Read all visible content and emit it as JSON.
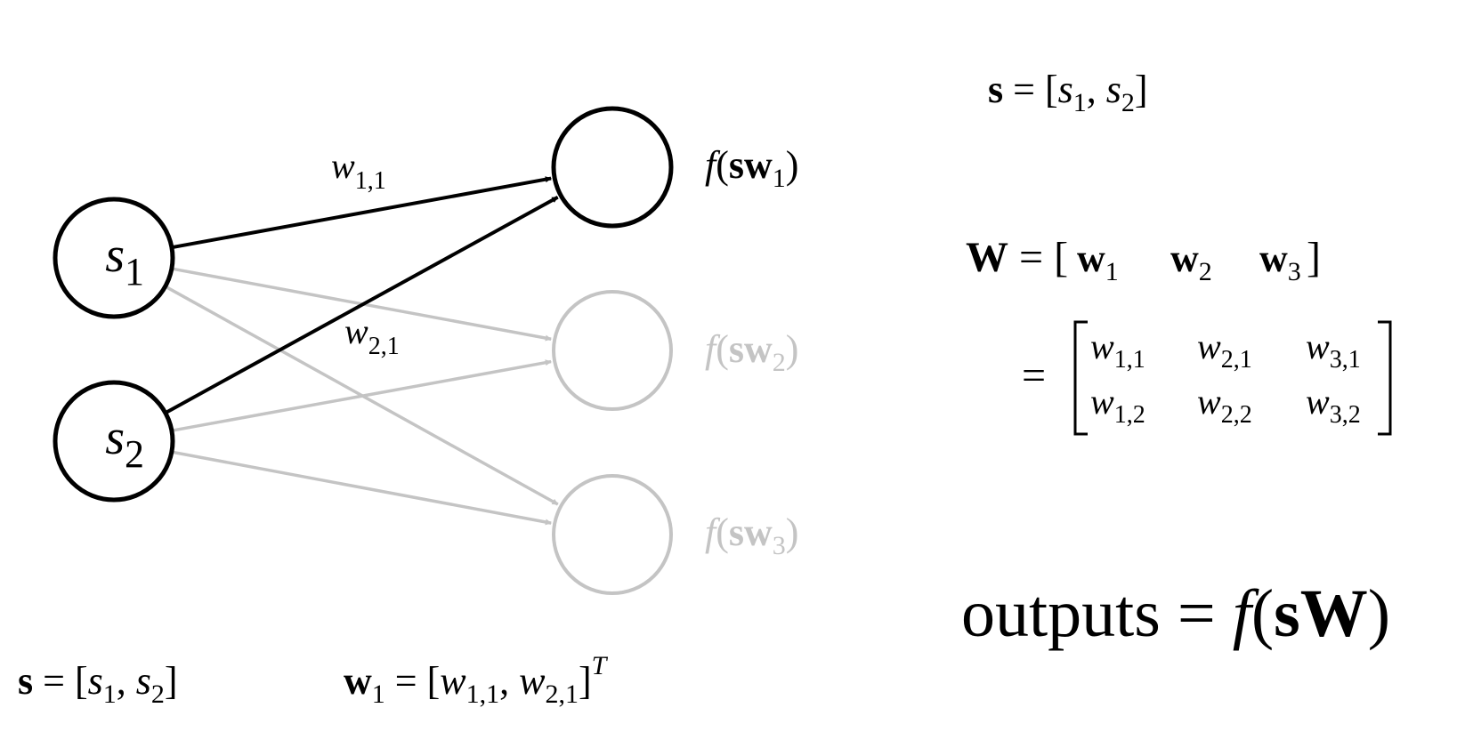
{
  "diagram": {
    "inputs": [
      {
        "id": "s1",
        "base": "s",
        "sub": "1"
      },
      {
        "id": "s2",
        "base": "s",
        "sub": "2"
      }
    ],
    "outputs": [
      {
        "id": "o1",
        "active": true,
        "label": {
          "f": "f",
          "open": "(",
          "s": "s",
          "w": "w",
          "sub": "1",
          "close": ")"
        }
      },
      {
        "id": "o2",
        "active": false,
        "label": {
          "f": "f",
          "open": "(",
          "s": "s",
          "w": "w",
          "sub": "2",
          "close": ")"
        }
      },
      {
        "id": "o3",
        "active": false,
        "label": {
          "f": "f",
          "open": "(",
          "s": "s",
          "w": "w",
          "sub": "3",
          "close": ")"
        }
      }
    ],
    "edges": [
      {
        "from": 0,
        "to": 0,
        "active": true
      },
      {
        "from": 1,
        "to": 0,
        "active": true
      },
      {
        "from": 0,
        "to": 1,
        "active": false
      },
      {
        "from": 1,
        "to": 1,
        "active": false
      },
      {
        "from": 0,
        "to": 2,
        "active": false
      },
      {
        "from": 1,
        "to": 2,
        "active": false
      }
    ],
    "edge_labels": [
      {
        "base": "w",
        "sub": "1,1"
      },
      {
        "base": "w",
        "sub": "2,1"
      }
    ],
    "colors": {
      "active": "#000000",
      "inactive": "#c4c4c4"
    }
  },
  "equations": {
    "s_def_left": {
      "s": "s",
      "eq": " = [",
      "s1": "s",
      "sub1": "1",
      "comma": ", ",
      "s2": "s",
      "sub2": "2",
      "close": "]"
    },
    "w1_def": {
      "w": "w",
      "sub": "1",
      "eq": " = [",
      "a": "w",
      "asub": "1,1",
      "comma": ", ",
      "b": "w",
      "bsub": "2,1",
      "close": "]",
      "sup": "T"
    },
    "s_def_right": {
      "s": "s",
      "eq": " = [",
      "s1": "s",
      "sub1": "1",
      "comma": ", ",
      "s2": "s",
      "sub2": "2",
      "close": "]"
    },
    "W_def": {
      "W": "W",
      "eq": " = [",
      "cols": [
        {
          "w": "w",
          "sub": "1"
        },
        {
          "w": "w",
          "sub": "2"
        },
        {
          "w": "w",
          "sub": "3"
        }
      ],
      "close": "]"
    },
    "matrix": {
      "eq": "=",
      "rows": [
        [
          {
            "w": "w",
            "sub": "1,1"
          },
          {
            "w": "w",
            "sub": "2,1"
          },
          {
            "w": "w",
            "sub": "3,1"
          }
        ],
        [
          {
            "w": "w",
            "sub": "1,2"
          },
          {
            "w": "w",
            "sub": "2,2"
          },
          {
            "w": "w",
            "sub": "3,2"
          }
        ]
      ]
    },
    "outputs_eq": {
      "word": "outputs",
      "eq": " = ",
      "f": "f",
      "open": "(",
      "s": "s",
      "W": "W",
      "close": ")"
    }
  }
}
